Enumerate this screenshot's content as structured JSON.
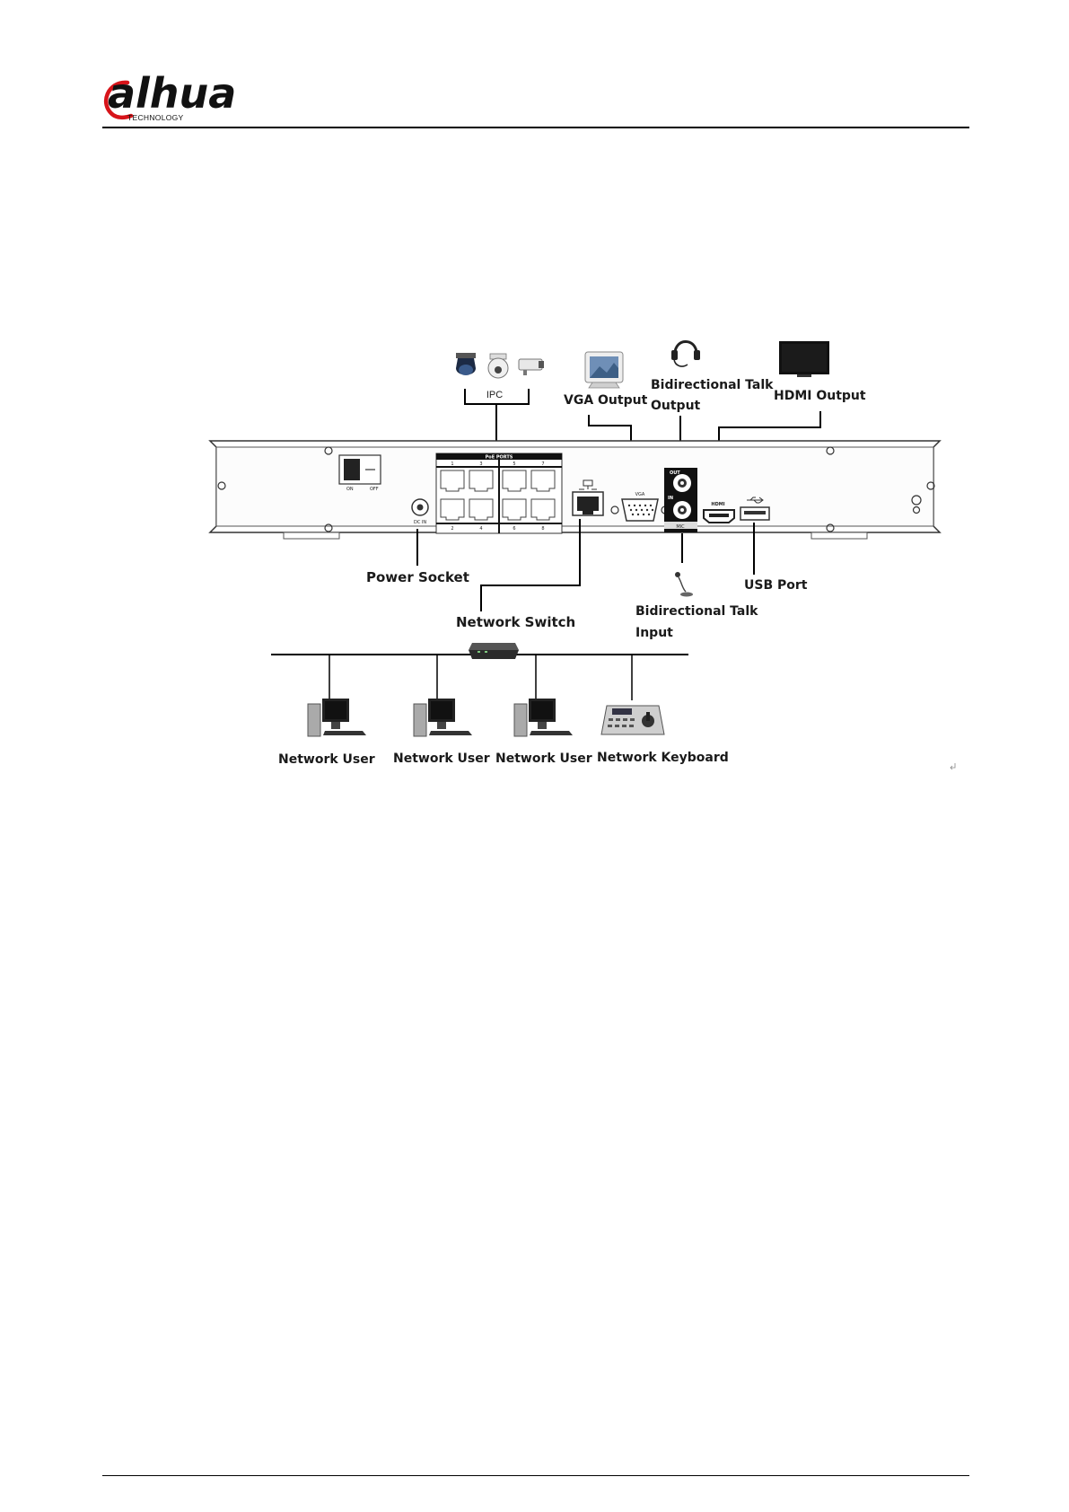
{
  "header": {
    "logo_text": "alhua",
    "logo_subtext": "TECHNOLOGY"
  },
  "diagram": {
    "labels": {
      "ipc": "IPC",
      "vga_output": "VGA Output",
      "talk_output_line1": "Bidirectional Talk",
      "talk_output_line2": "Output",
      "hdmi_output": "HDMI Output",
      "power_socket": "Power Socket",
      "network_switch": "Network Switch",
      "talk_input_line1": "Bidirectional Talk",
      "talk_input_line2": "Input",
      "usb_port": "USB Port",
      "network_user_1": "Network User",
      "network_user_2": "Network User",
      "network_user_3": "Network User",
      "network_keyboard": "Network Keyboard"
    },
    "panel_marks": {
      "poe_ports": "PoE PORTS",
      "port_top": [
        "1",
        "3",
        "5",
        "7"
      ],
      "port_bottom": [
        "2",
        "4",
        "6",
        "8"
      ],
      "switch_on": "ON",
      "switch_off": "OFF",
      "dc_in": "DC IN",
      "vga": "VGA",
      "out": "OUT",
      "in": "IN",
      "mic": "MIC",
      "hdmi": "HDMI"
    }
  }
}
